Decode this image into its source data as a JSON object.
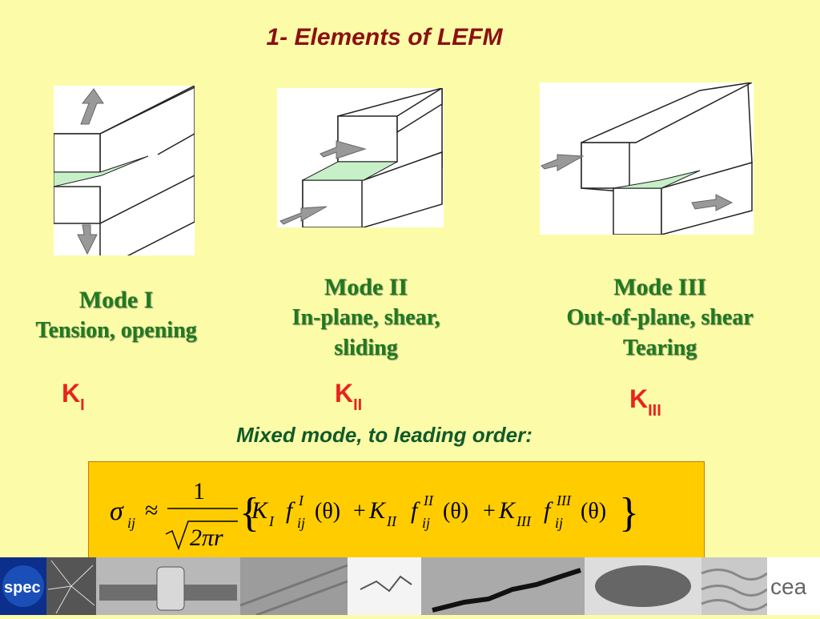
{
  "title": "1- Elements of LEFM",
  "modes": [
    {
      "name": "Mode I",
      "desc1": "Tension, opening",
      "desc2": "",
      "k_main": "K",
      "k_sub": "I"
    },
    {
      "name": "Mode II",
      "desc1": "In-plane, shear,",
      "desc2": "sliding",
      "k_main": "K",
      "k_sub": "II"
    },
    {
      "name": "Mode III",
      "desc1": "Out-of-plane, shear",
      "desc2": "Tearing",
      "k_main": "K",
      "k_sub": "III"
    }
  ],
  "mixed_label": "Mixed mode, to leading order:",
  "formula": {
    "sigma": "σ",
    "ij": "ij",
    "approx": "≈",
    "one": "1",
    "two_pi_r": "2πr",
    "K": "K",
    "f": "f",
    "theta": "(θ)",
    "plus": "+",
    "sub_I": "I",
    "sub_II": "II",
    "sub_III": "III"
  },
  "logos": {
    "left": "spec",
    "right": "cea"
  },
  "colors": {
    "background": "#fcfca8",
    "title": "#8b1010",
    "mode_text": "#1f7a1f",
    "k": "#e8231d",
    "formula_bg": "#ffcc00",
    "crack_face": "#c8f0c8"
  }
}
